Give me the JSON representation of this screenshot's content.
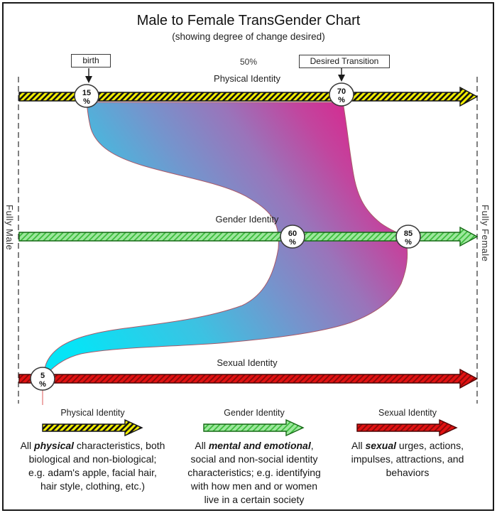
{
  "title": "Male to Female TransGender Chart",
  "subtitle": "(showing degree of change desired)",
  "annotations": {
    "birth": "birth",
    "midpoint": "50%",
    "desired_transition": "Desired Transition"
  },
  "boundaries": {
    "left": "Fully Male",
    "right": "Fully Female"
  },
  "axes": {
    "physical": {
      "label": "Physical Identity"
    },
    "gender": {
      "label": "Gender Identity"
    },
    "sexual": {
      "label": "Sexual Identity"
    }
  },
  "markers": {
    "physical_birth": {
      "value": "15",
      "unit": "%"
    },
    "physical_desired": {
      "value": "70",
      "unit": "%"
    },
    "gender_current": {
      "value": "60",
      "unit": "%"
    },
    "gender_desired": {
      "value": "85",
      "unit": "%"
    },
    "sexual_current": {
      "value": "5",
      "unit": "%"
    }
  },
  "colors": {
    "physical_fill": "#f2ee00",
    "physical_stripe": "#141414",
    "physical_outline": "#141414",
    "gender_fill": "#9ce89c",
    "gender_stripe": "#3dbb3d",
    "gender_outline": "#156815",
    "sexual_fill": "#e11212",
    "sexual_stripe": "#8f0808",
    "sexual_outline": "#4d0505",
    "band_gradient": [
      "#06e4f6",
      "#3cc2e2",
      "#7495cd",
      "#9a74ba",
      "#c2459e",
      "#d8268e"
    ],
    "band_outline": "#a85868",
    "boundary_line": "#4a4a4a"
  },
  "legend": {
    "items": [
      {
        "title": "Physical Identity",
        "parts": [
          "All ",
          "physical",
          " characteristics, both biological and non-biological; e.g. adam's apple, facial hair, hair style, clothing, etc.)"
        ]
      },
      {
        "title": "Gender Identity",
        "parts": [
          "All ",
          "mental and emotional",
          ", social and non-social identity characteristics; e.g. identifying with how men and or women live in a certain society"
        ]
      },
      {
        "title": "Sexual Identity",
        "parts": [
          "All ",
          "sexual",
          " urges, actions, impulses, attractions, and behaviors"
        ]
      }
    ]
  }
}
